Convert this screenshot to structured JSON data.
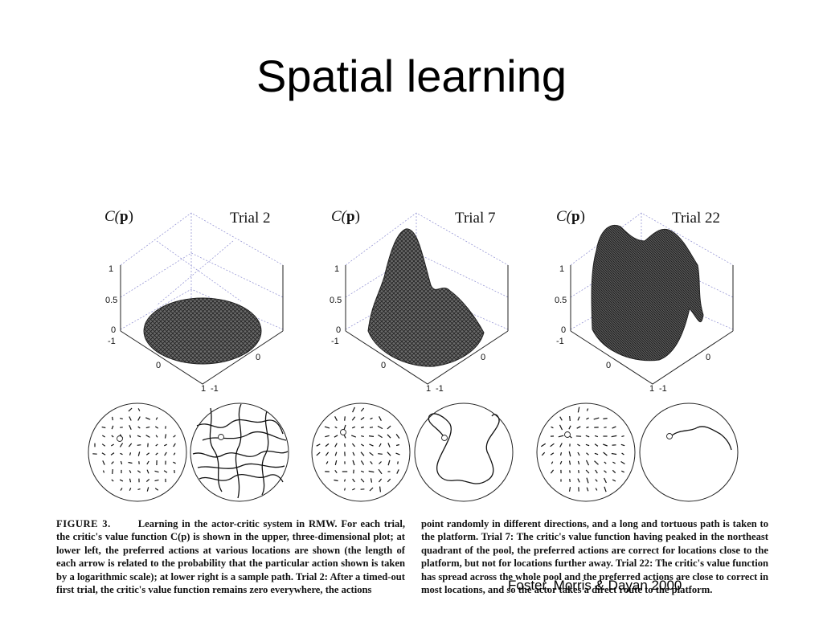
{
  "slide": {
    "title": "Spatial learning",
    "citation": "Foster, Morris & Dayan 2000"
  },
  "figure": {
    "panels": [
      {
        "label": "Trial 2",
        "z_label_italic": "C(",
        "z_label_bold": "p",
        "z_label_close": ")",
        "ticks": {
          "z_top": "1",
          "z_mid": "0.5",
          "z_bottom": "0",
          "x_left": "-1",
          "x_mid": "0",
          "x_right": "1",
          "y_right": "-1",
          "y_mid": "0"
        }
      },
      {
        "label": "Trial 7",
        "z_label_italic": "C(",
        "z_label_bold": "p",
        "z_label_close": ")",
        "ticks": {
          "z_top": "1",
          "z_mid": "0.5",
          "z_bottom": "0",
          "x_left": "-1",
          "x_mid": "0",
          "x_right": "1",
          "y_right": "-1",
          "y_mid": "0"
        }
      },
      {
        "label": "Trial 22",
        "z_label_italic": "C(",
        "z_label_bold": "p",
        "z_label_close": ")",
        "ticks": {
          "z_top": "1",
          "z_mid": "0.5",
          "z_bottom": "0",
          "x_left": "-1",
          "x_mid": "0",
          "x_right": "1",
          "y_right": "-1",
          "y_mid": "0"
        }
      }
    ],
    "caption": {
      "figure_label": "FIGURE 3.",
      "left_text": "Learning in the actor-critic system in RMW. For each trial, the critic's value function C(p) is shown in the upper, three-dimensional plot; at lower left, the preferred actions at various locations are shown (the length of each arrow is related to the probability that the particular action shown is taken by a logarithmic scale); at lower right is a sample path. Trial 2: After a timed-out first trial, the critic's value function remains zero everywhere, the actions",
      "right_text": "point randomly in different directions, and a long and tortuous path is taken to the platform. Trial 7: The critic's value function having peaked in the northeast quadrant of the pool, the preferred actions are correct for locations close to the platform, but not for locations further away. Trial 22: The critic's value function has spread across the whole pool and the preferred actions are close to correct in most locations, and so the actor takes a direct route to the platform."
    }
  }
}
